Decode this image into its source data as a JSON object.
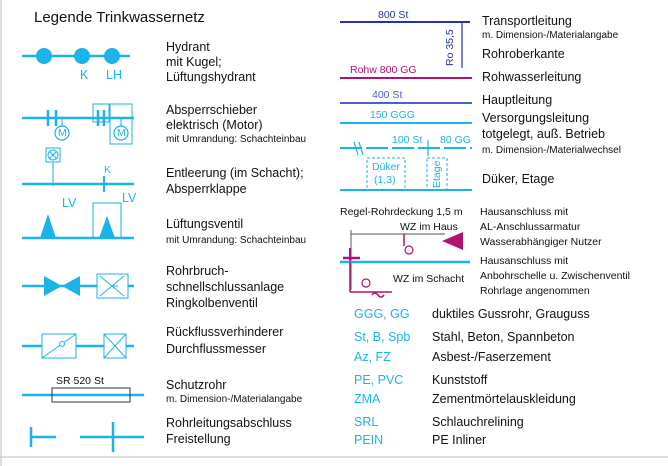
{
  "title": "Legende Trinkwassernetz",
  "colors": {
    "cyan": "#1bb3e8",
    "blue": "#2233b0",
    "blue_light": "#4a5ed6",
    "magenta": "#b0136e",
    "line_gray": "#6a6a6a"
  },
  "left": [
    {
      "name": "hydrant",
      "lines": [
        "Hydrant",
        "mit Kugel;",
        "Lüftungshydrant"
      ],
      "symbol_labels": [
        "K",
        "LH"
      ]
    },
    {
      "name": "absperrschieber",
      "lines": [
        "Absperrschieber",
        "elektrisch (Motor)",
        "mit Umrandung: Schachteinbau"
      ],
      "symbol_labels": [
        "M",
        "M"
      ]
    },
    {
      "name": "entleerung",
      "lines": [
        "Entleerung (im Schacht);",
        "Absperrklappe"
      ],
      "symbol_labels": [
        "K"
      ]
    },
    {
      "name": "lueftungsventil",
      "lines": [
        "Lüftungsventil",
        "mit Umrandung: Schachteinbau"
      ],
      "symbol_labels": [
        "LV",
        "LV"
      ]
    },
    {
      "name": "rohrbruch",
      "lines": [
        "Rohrbruch-",
        "schnellschlussanlage",
        "Ringkolbenventil"
      ]
    },
    {
      "name": "rueckfluss",
      "lines": [
        "Rückflussverhinderer",
        "Durchflussmesser"
      ]
    },
    {
      "name": "schutzrohr",
      "lines": [
        "Schutzrohr",
        "m. Dimension-/Materialangabe"
      ],
      "symbol_labels": [
        "SR 520 St"
      ]
    },
    {
      "name": "abschluss",
      "lines": [
        "Rohrleitungsabschluss",
        "Freistellung"
      ]
    }
  ],
  "right": {
    "transport": {
      "line_label": "800 St",
      "lines": [
        "Transportleitung",
        "m. Dimension-/Materialangabe"
      ]
    },
    "rohroberkante": {
      "line_label": "Ro 35,5",
      "label": "Rohroberkante"
    },
    "rohwasser": {
      "line_label": "Rohw 800 GG",
      "label": "Rohwasserleitung"
    },
    "haupt": {
      "line_label": "400 St",
      "label": "Hauptleitung"
    },
    "versorgung": {
      "line_label": "150 GGG",
      "lines": [
        "Versorgungsleitung",
        "totgelegt, auß. Betrieb"
      ]
    },
    "wechsel": {
      "line_labels": [
        "100 St",
        "80 GG"
      ],
      "label": "m. Dimension-/Materialwechsel"
    },
    "dueker": {
      "line_labels": [
        "Düker",
        "(1,3)",
        "Etage"
      ],
      "label": "Düker, Etage"
    },
    "hausanschluss": {
      "header": "Regel-Rohrdeckung  1,5 m",
      "lines_top": [
        "Hausanschluss mit",
        "AL-Anschlussarmatur",
        "Wasserabhängiger Nutzer"
      ],
      "lines_bottom": [
        "Hausanschluss mit",
        "Anbohrschelle u. Zwischenventil",
        "Rohrlage angenommen"
      ],
      "wz_haus": "WZ im Haus",
      "wz_schacht": "WZ im Schacht"
    },
    "materials": [
      {
        "abbr": "GGG, GG",
        "desc": "duktiles Gussrohr, Grauguss"
      },
      {
        "abbr": "St, B, Spb",
        "desc": "Stahl, Beton, Spannbeton"
      },
      {
        "abbr": "Az, FZ",
        "desc": "Asbest-/Faserzement"
      },
      {
        "abbr": "PE, PVC",
        "desc": "Kunststoff"
      },
      {
        "abbr": "ZMA",
        "desc": "Zementmörtelauskleidung"
      },
      {
        "abbr": "SRL",
        "desc": "Schlauchrelining"
      },
      {
        "abbr": "PEIN",
        "desc": "PE Inliner"
      }
    ]
  }
}
